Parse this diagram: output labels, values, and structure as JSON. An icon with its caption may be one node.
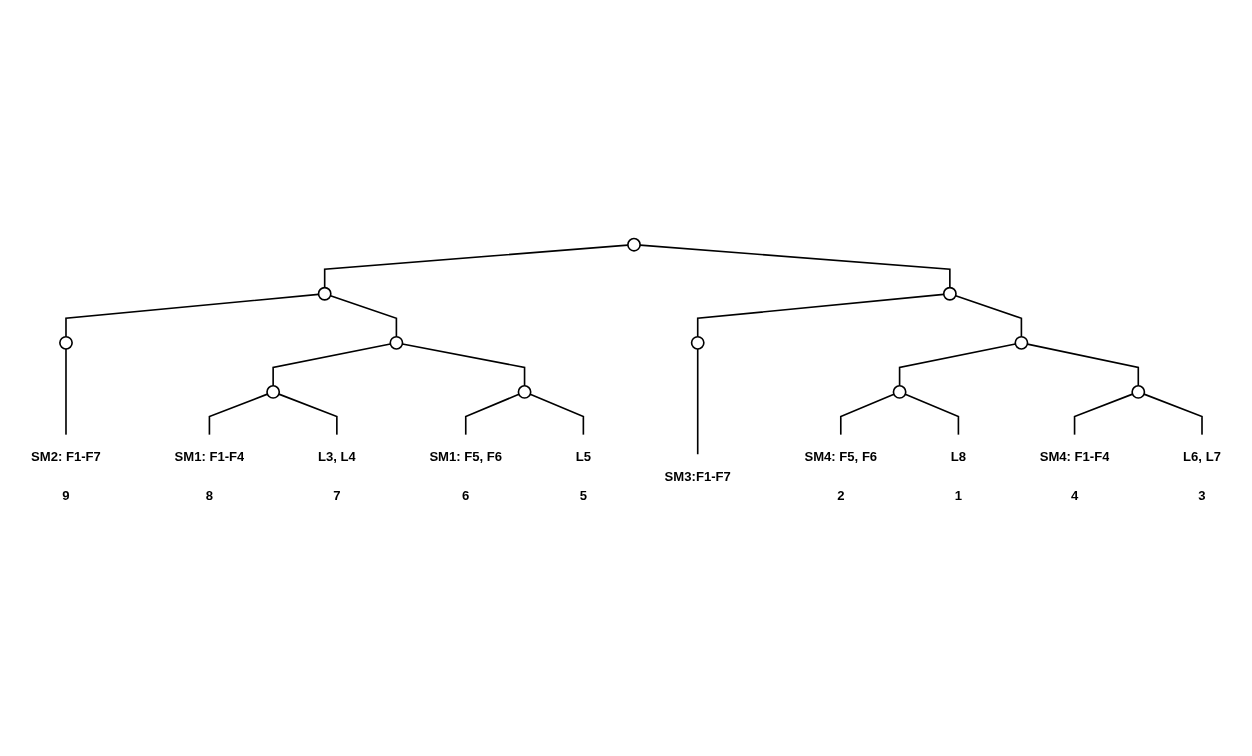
{
  "diagram": {
    "nodes": [
      {
        "text": [],
        "shape": "ellipse"
      },
      {
        "text": [],
        "shape": "ellipse"
      },
      {
        "text": [],
        "shape": "ellipse"
      },
      {
        "text": [],
        "shape": "ellipse"
      },
      {
        "text": [],
        "shape": "ellipse"
      },
      {
        "text": [],
        "shape": "ellipse"
      },
      {
        "text": [],
        "shape": "ellipse"
      },
      {
        "text": [],
        "shape": "ellipse"
      },
      {
        "text": [],
        "shape": "ellipse"
      },
      {
        "text": [],
        "shape": "ellipse"
      },
      {
        "text": [],
        "shape": "ellipse"
      },
      {
        "text": [
          "SM2: F1-F7",
          "9"
        ]
      },
      {
        "text": [
          "SM1: F1-F4",
          "8"
        ]
      },
      {
        "text": [
          "L3, L4",
          "7"
        ]
      },
      {
        "text": [
          "SM1: F5, F6",
          "6"
        ]
      },
      {
        "text": [
          "L5",
          "5"
        ]
      },
      {
        "text": [
          "SM3:F1-F7"
        ]
      },
      {
        "text": [
          "SM4: F5, F6",
          "2"
        ]
      },
      {
        "text": [
          "L8",
          "1"
        ]
      },
      {
        "text": [
          "SM4: F1-F4",
          "4"
        ]
      },
      {
        "text": [
          "L6, L7",
          "3"
        ]
      }
    ],
    "edges": [
      {
        "from": 0,
        "to": 1,
        "arrow": "none"
      },
      {
        "from": 0,
        "to": 2,
        "arrow": "none"
      },
      {
        "from": 1,
        "to": 3,
        "arrow": "none"
      },
      {
        "from": 1,
        "to": 4,
        "arrow": "none"
      },
      {
        "from": 2,
        "to": 7,
        "arrow": "none"
      },
      {
        "from": 2,
        "to": 8,
        "arrow": "none"
      },
      {
        "from": 4,
        "to": 5,
        "arrow": "none"
      },
      {
        "from": 4,
        "to": 6,
        "arrow": "none"
      },
      {
        "from": 8,
        "to": 9,
        "arrow": "none"
      },
      {
        "from": 8,
        "to": 10,
        "arrow": "none"
      },
      {
        "from": 3,
        "to": 11,
        "arrow": "none"
      },
      {
        "from": 5,
        "to": 12,
        "arrow": "none"
      },
      {
        "from": 5,
        "to": 13,
        "arrow": "none"
      },
      {
        "from": 6,
        "to": 14,
        "arrow": "none"
      },
      {
        "from": 6,
        "to": 15,
        "arrow": "none"
      },
      {
        "from": 7,
        "to": 16,
        "arrow": "none"
      },
      {
        "from": 9,
        "to": 17,
        "arrow": "none"
      },
      {
        "from": 9,
        "to": 18,
        "arrow": "none"
      },
      {
        "from": 10,
        "to": 19,
        "arrow": "none"
      },
      {
        "from": 10,
        "to": 20,
        "arrow": "none"
      }
    ]
  }
}
